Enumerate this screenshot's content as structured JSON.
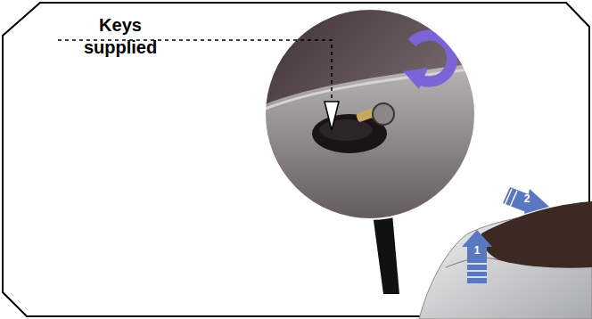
{
  "diagram": {
    "labels": [
      "Keys supplied",
      "1",
      "2"
    ]
  }
}
